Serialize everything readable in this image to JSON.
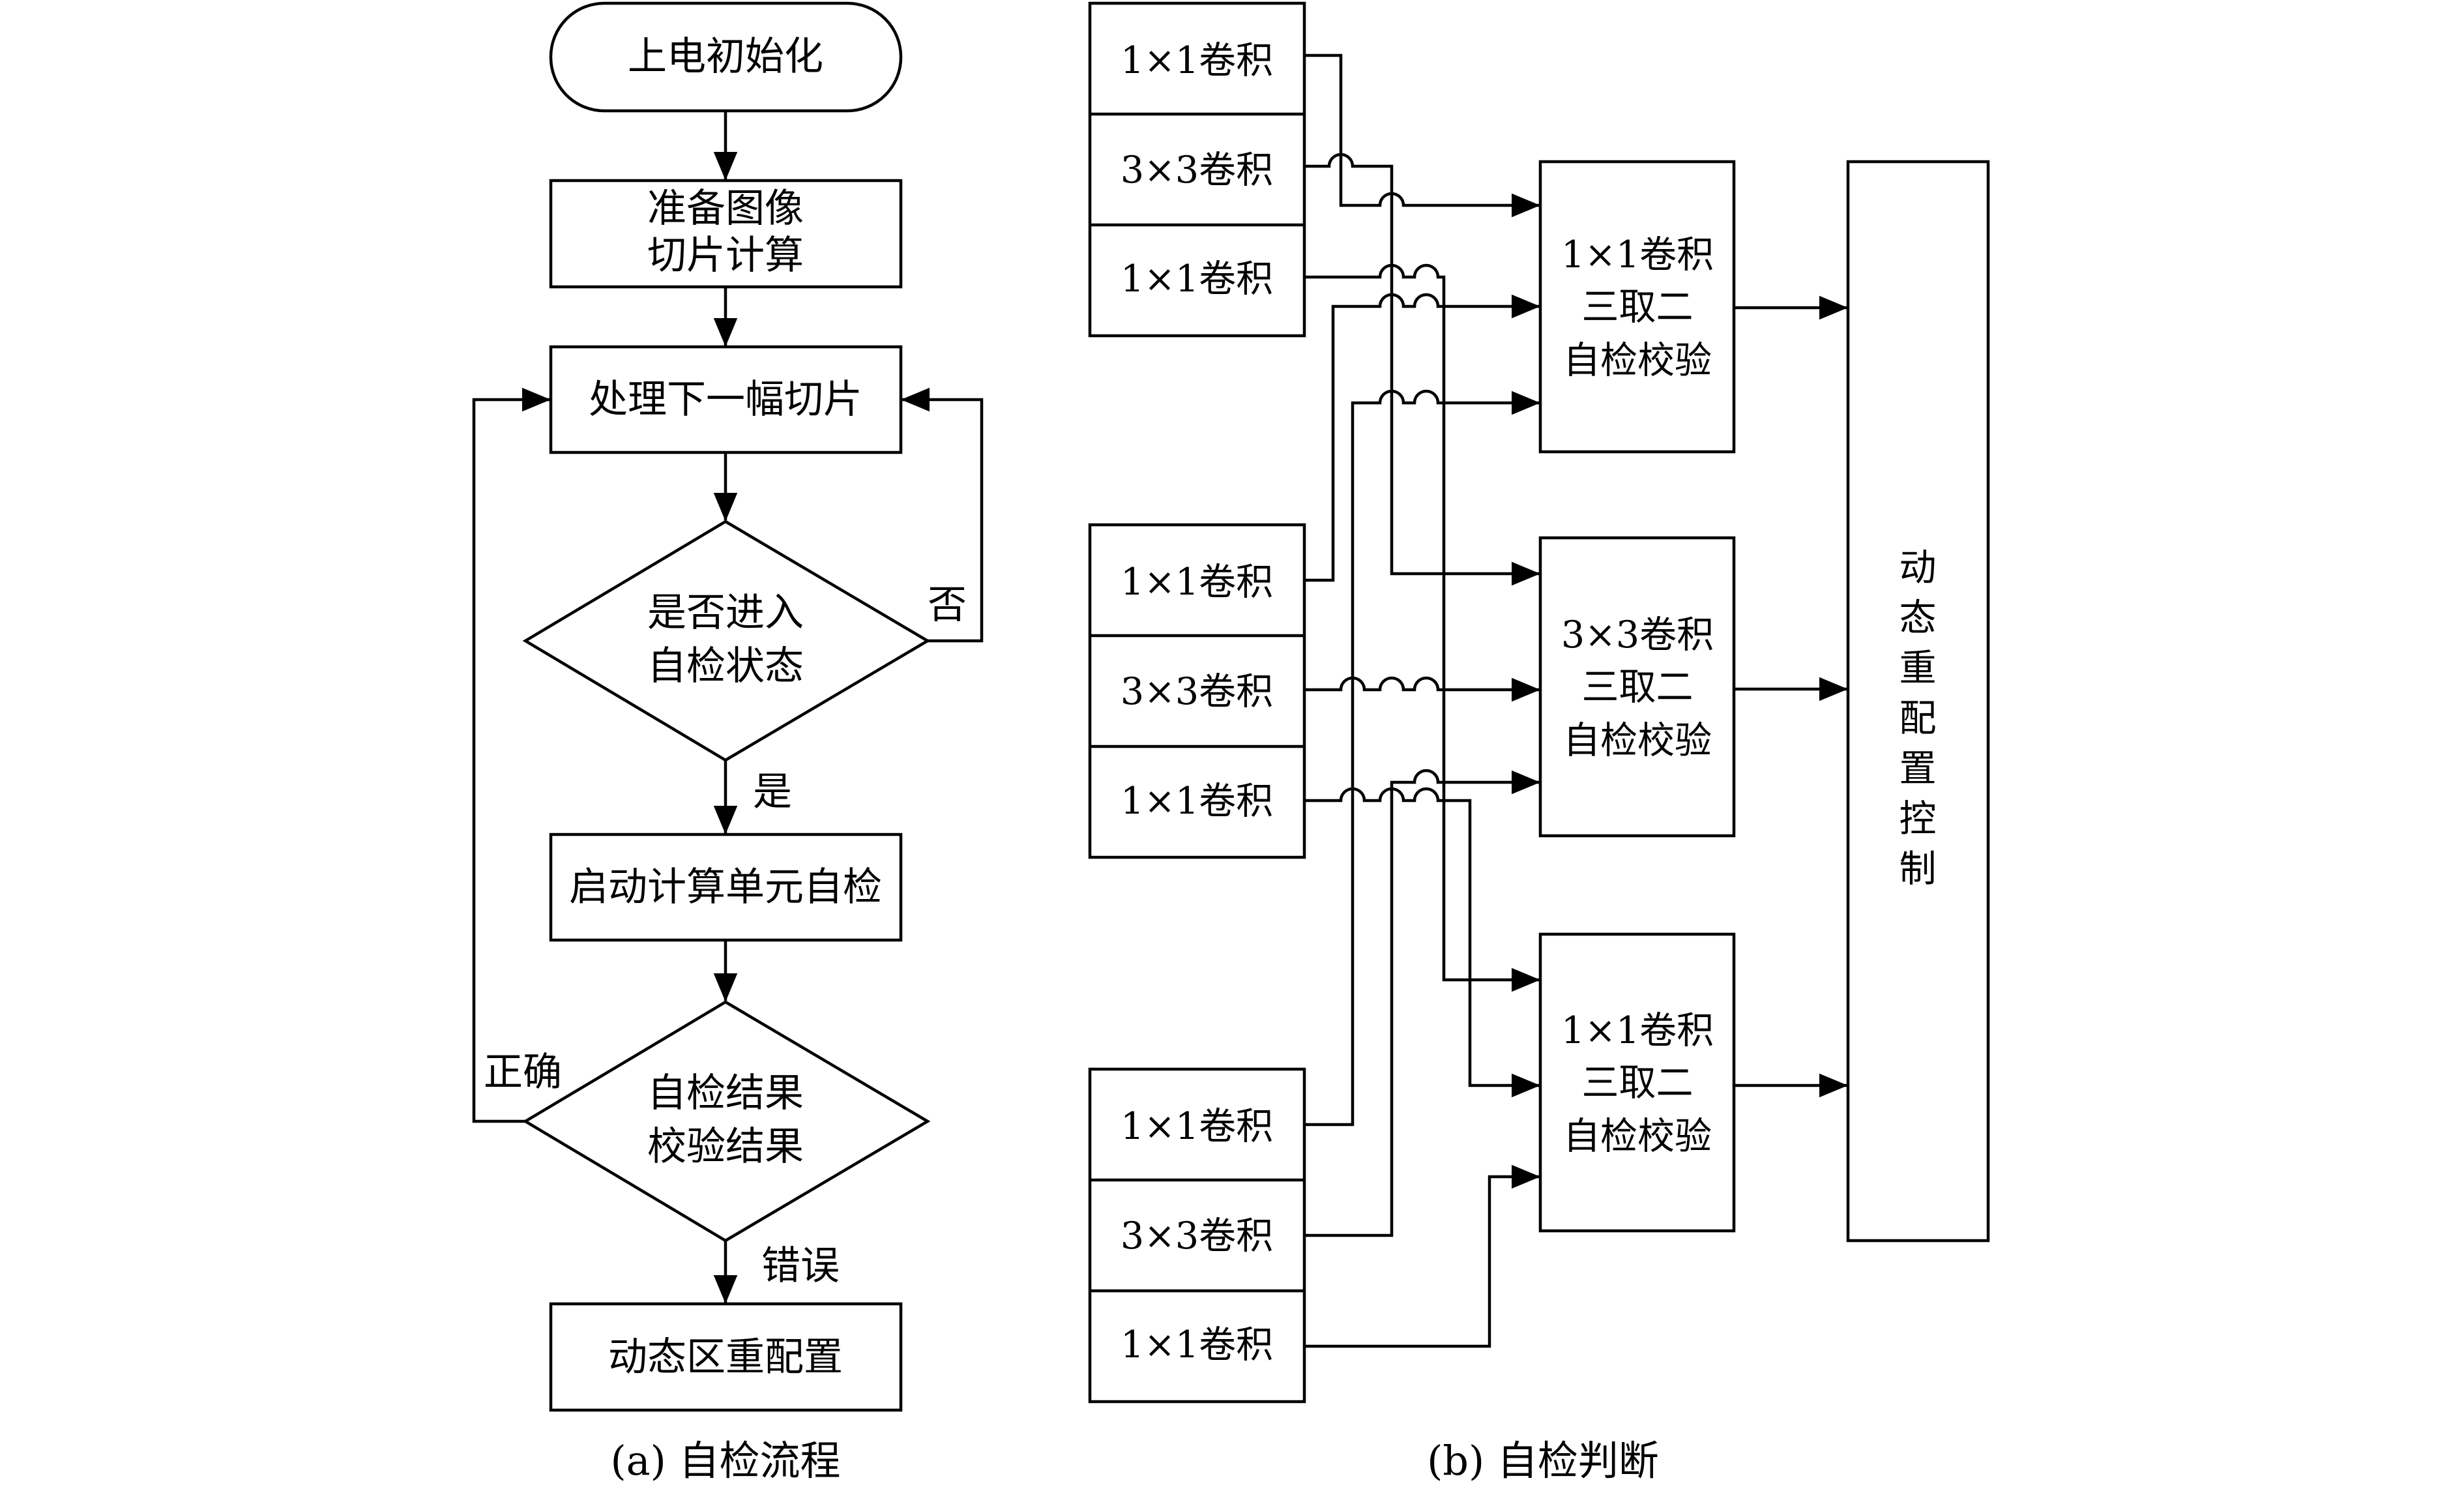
{
  "flow": {
    "start": "上电初始化",
    "prepare_l1": "准备图像",
    "prepare_l2": "切片计算",
    "process": "处理下一幅切片",
    "decision1_l1": "是否进入",
    "decision1_l2": "自检状态",
    "no": "否",
    "yes": "是",
    "selftest": "启动计算单元自检",
    "decision2_l1": "自检结果",
    "decision2_l2": "校验结果",
    "correct": "正确",
    "error": "错误",
    "reconfig": "动态区重配置",
    "caption": "(a) 自检流程"
  },
  "check": {
    "group1": [
      "1×1卷积",
      "3×3卷积",
      "1×1卷积"
    ],
    "group2": [
      "1×1卷积",
      "3×3卷积",
      "1×1卷积"
    ],
    "group3": [
      "1×1卷积",
      "3×3卷积",
      "1×1卷积"
    ],
    "voter1": [
      "1×1卷积",
      "三取二",
      "自检校验"
    ],
    "voter2": [
      "3×3卷积",
      "三取二",
      "自检校验"
    ],
    "voter3": [
      "1×1卷积",
      "三取二",
      "自检校验"
    ],
    "control": [
      "动",
      "态",
      "重",
      "配",
      "置",
      "控",
      "制"
    ],
    "caption": "(b) 自检判断"
  }
}
